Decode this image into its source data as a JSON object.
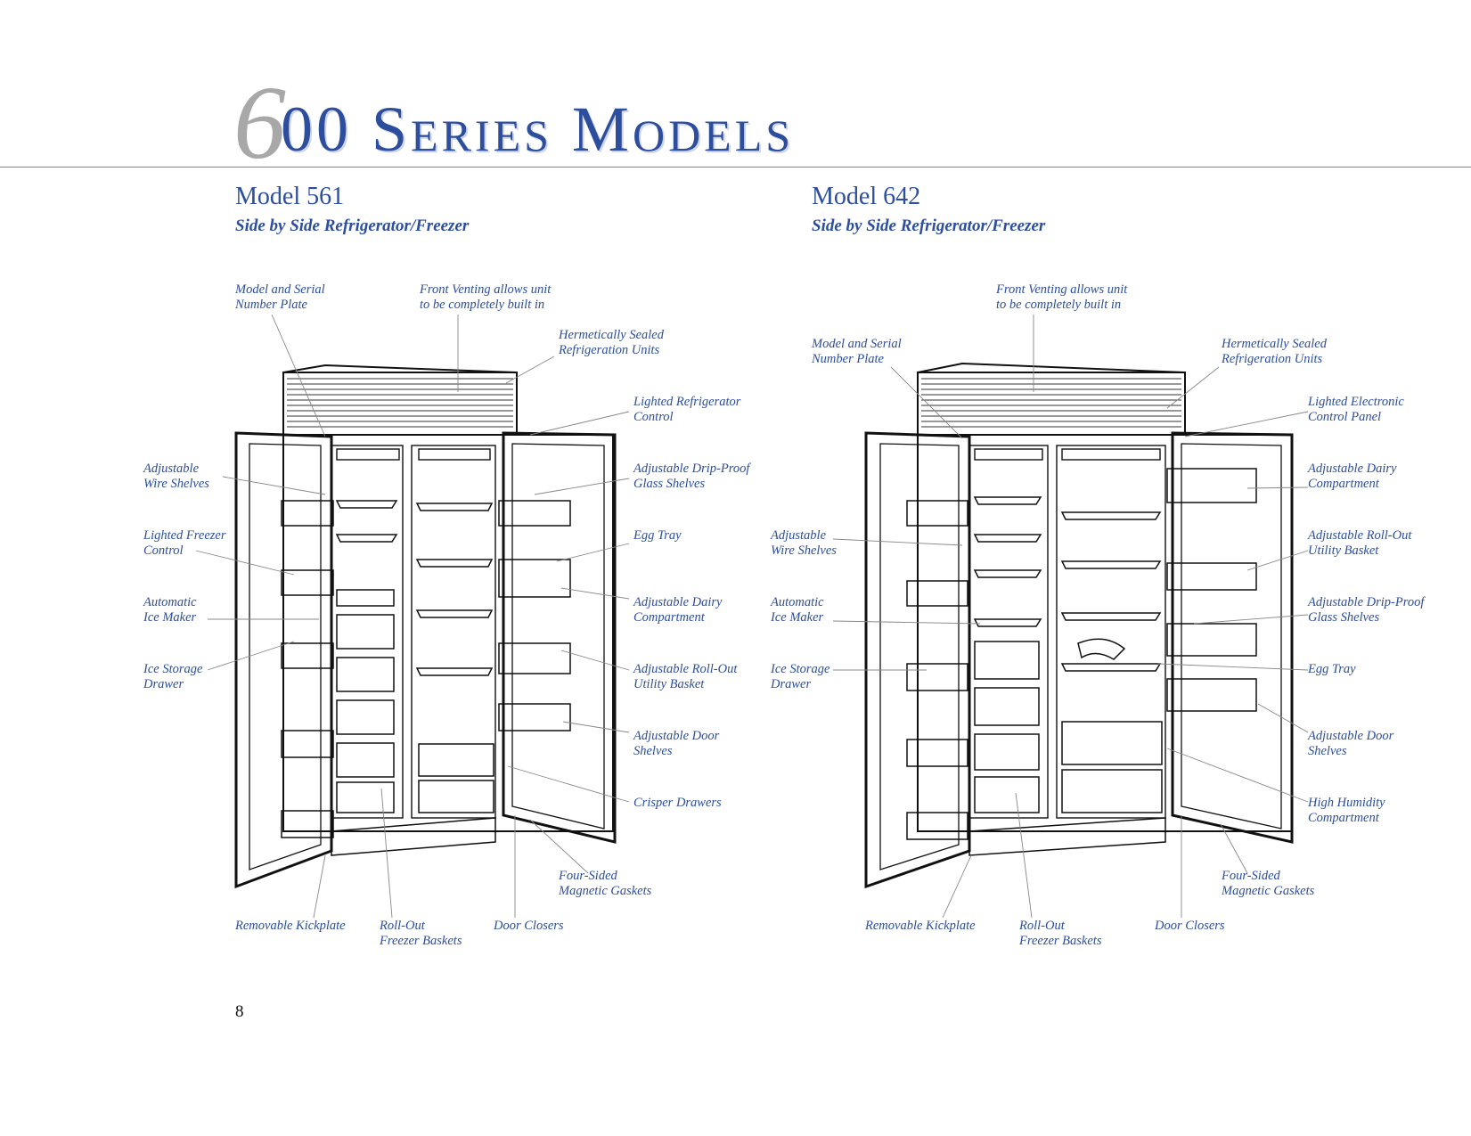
{
  "page_title": {
    "lead_digit": "6",
    "rest": "00 Series Models"
  },
  "page_number": "8",
  "models": [
    {
      "title": "Model 561",
      "subtitle": "Side by Side Refrigerator/Freezer",
      "labels": {
        "serial": [
          "Model and Serial",
          "Number Plate"
        ],
        "venting": [
          "Front Venting allows unit",
          "to be completely built in"
        ],
        "sealed": [
          "Hermetically Sealed",
          "Refrigeration Units"
        ],
        "control": [
          "Lighted Refrigerator",
          "Control"
        ],
        "wire_shelves": [
          "Adjustable",
          "Wire Shelves"
        ],
        "freezer_control": [
          "Lighted Freezer",
          "Control"
        ],
        "ice_maker": [
          "Automatic",
          "Ice Maker"
        ],
        "ice_drawer": [
          "Ice Storage",
          "Drawer"
        ],
        "glass_shelves": [
          "Adjustable Drip-Proof",
          "Glass Shelves"
        ],
        "egg_tray": [
          "Egg Tray"
        ],
        "dairy": [
          "Adjustable Dairy",
          "Compartment"
        ],
        "utility": [
          "Adjustable Roll-Out",
          "Utility Basket"
        ],
        "door_shelves": [
          "Adjustable Door",
          "Shelves"
        ],
        "crisper": [
          "Crisper Drawers"
        ],
        "gaskets": [
          "Four-Sided",
          "Magnetic Gaskets"
        ],
        "kickplate": [
          "Removable Kickplate"
        ],
        "baskets": [
          "Roll-Out",
          "Freezer Baskets"
        ],
        "closers": [
          "Door Closers"
        ]
      }
    },
    {
      "title": "Model 642",
      "subtitle": "Side by Side Refrigerator/Freezer",
      "labels": {
        "venting": [
          "Front Venting allows unit",
          "to be completely built in"
        ],
        "serial": [
          "Model and Serial",
          "Number Plate"
        ],
        "sealed": [
          "Hermetically Sealed",
          "Refrigeration Units"
        ],
        "control": [
          "Lighted Electronic",
          "Control Panel"
        ],
        "dairy": [
          "Adjustable Dairy",
          "Compartment"
        ],
        "utility": [
          "Adjustable Roll-Out",
          "Utility Basket"
        ],
        "wire_shelves": [
          "Adjustable",
          "Wire Shelves"
        ],
        "glass_shelves": [
          "Adjustable Drip-Proof",
          "Glass Shelves"
        ],
        "ice_maker": [
          "Automatic",
          "Ice Maker"
        ],
        "ice_drawer": [
          "Ice Storage",
          "Drawer"
        ],
        "egg_tray": [
          "Egg Tray"
        ],
        "door_shelves": [
          "Adjustable Door",
          "Shelves"
        ],
        "humidity": [
          "High Humidity",
          "Compartment"
        ],
        "gaskets": [
          "Four-Sided",
          "Magnetic Gaskets"
        ],
        "kickplate": [
          "Removable Kickplate"
        ],
        "baskets": [
          "Roll-Out",
          "Freezer Baskets"
        ],
        "closers": [
          "Door Closers"
        ]
      }
    }
  ]
}
